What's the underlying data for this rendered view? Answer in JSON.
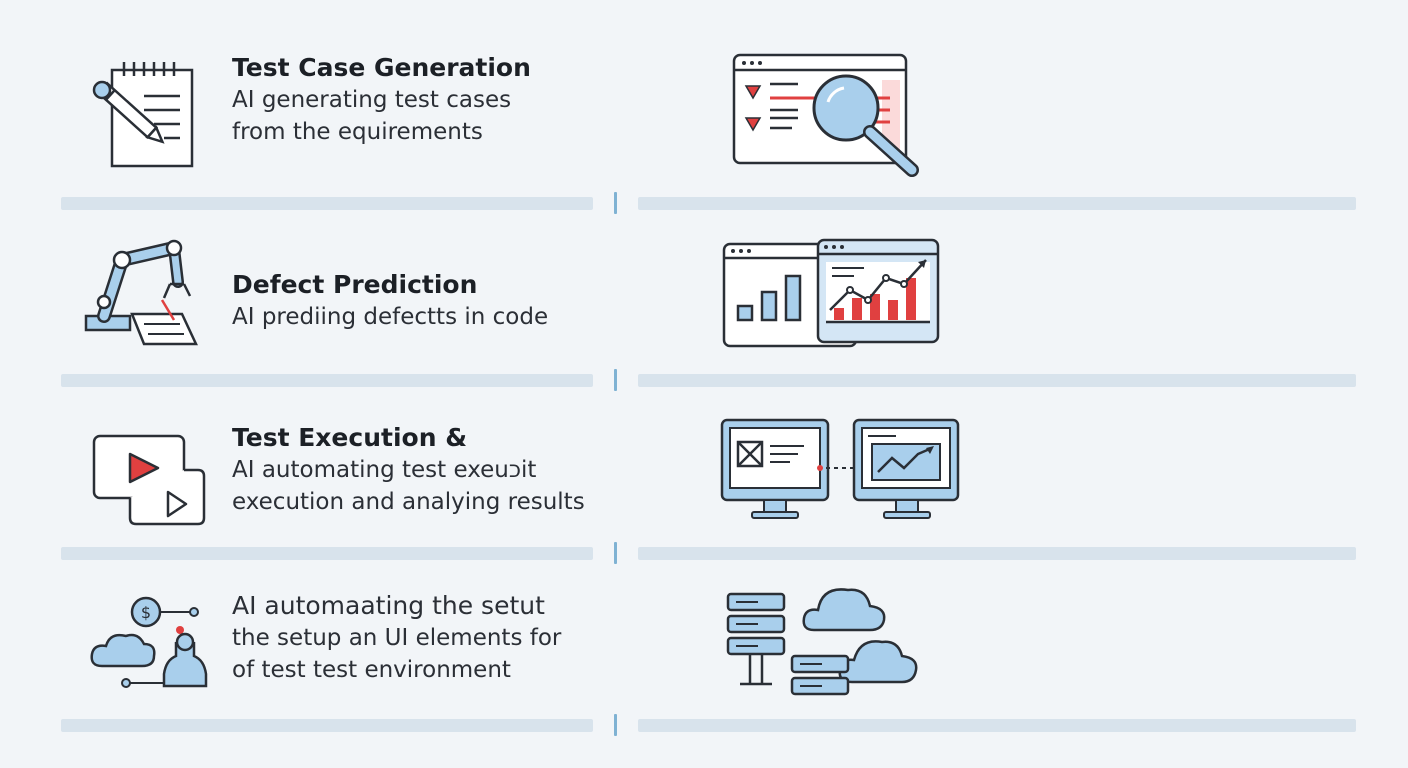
{
  "rows": [
    {
      "title": "Test Case Generation",
      "desc": [
        "AI generating test cases",
        "from the equirements"
      ],
      "left_icon": "notepad-pencil-icon",
      "right_icon": "browser-magnifier-icon"
    },
    {
      "title": "Defect Prediction",
      "desc": [
        "AI prediing defectts in code"
      ],
      "left_icon": "robot-arm-icon",
      "right_icon": "dashboard-charts-icon"
    },
    {
      "title": "Test Execution &",
      "desc": [
        "AI automating test exeuכit",
        "execution and analying results"
      ],
      "left_icon": "play-windows-icon",
      "right_icon": "two-monitors-icon"
    },
    {
      "title": "",
      "desc": [
        "AI automaating the setut",
        "the setup an UI elements for",
        "of test test environment"
      ],
      "left_icon": "cloud-network-icon",
      "right_icon": "servers-clouds-icon"
    }
  ],
  "colors": {
    "stroke": "#2a2f36",
    "blue": "#a9cfec",
    "blue_dark": "#5d8fb8",
    "red": "#e04040",
    "divider": "#d8e3ec",
    "background": "#f2f5f8"
  }
}
